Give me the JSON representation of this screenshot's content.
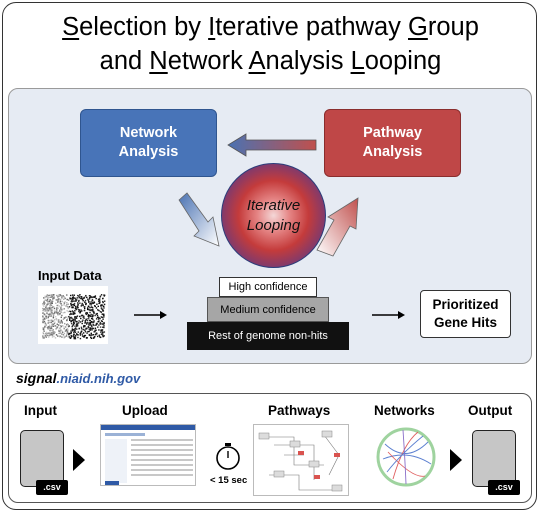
{
  "title": {
    "line1": [
      {
        "t": "S",
        "u": true
      },
      {
        "t": "election by ",
        "u": false
      },
      {
        "t": "I",
        "u": true
      },
      {
        "t": "terative pathway ",
        "u": false
      },
      {
        "t": "G",
        "u": true
      },
      {
        "t": "roup",
        "u": false
      }
    ],
    "line2": [
      {
        "t": "and ",
        "u": false
      },
      {
        "t": "N",
        "u": true
      },
      {
        "t": "etwork ",
        "u": false
      },
      {
        "t": "A",
        "u": true
      },
      {
        "t": "nalysis ",
        "u": false
      },
      {
        "t": "L",
        "u": true
      },
      {
        "t": "ooping",
        "u": false
      }
    ]
  },
  "diagram": {
    "network": "Network Analysis",
    "pathway": "Pathway Analysis",
    "center_line1": "Iterative",
    "center_line2": "Looping",
    "input_label": "Input Data",
    "tiers": [
      "High confidence",
      "Medium confidence",
      "Rest of genome non-hits"
    ],
    "output_label": "Prioritized Gene Hits"
  },
  "site": {
    "bold": "signal",
    "domain": ".niaid.nih.gov"
  },
  "pipeline": {
    "steps": [
      "Input",
      "Upload",
      "Pathways",
      "Networks",
      "Output"
    ],
    "csv": ".csv",
    "timer_label": "< 15 sec"
  },
  "colors": {
    "network_blue": "#4874b8",
    "pathway_red": "#bf4747",
    "panel_bg": "#e6ebf3"
  }
}
